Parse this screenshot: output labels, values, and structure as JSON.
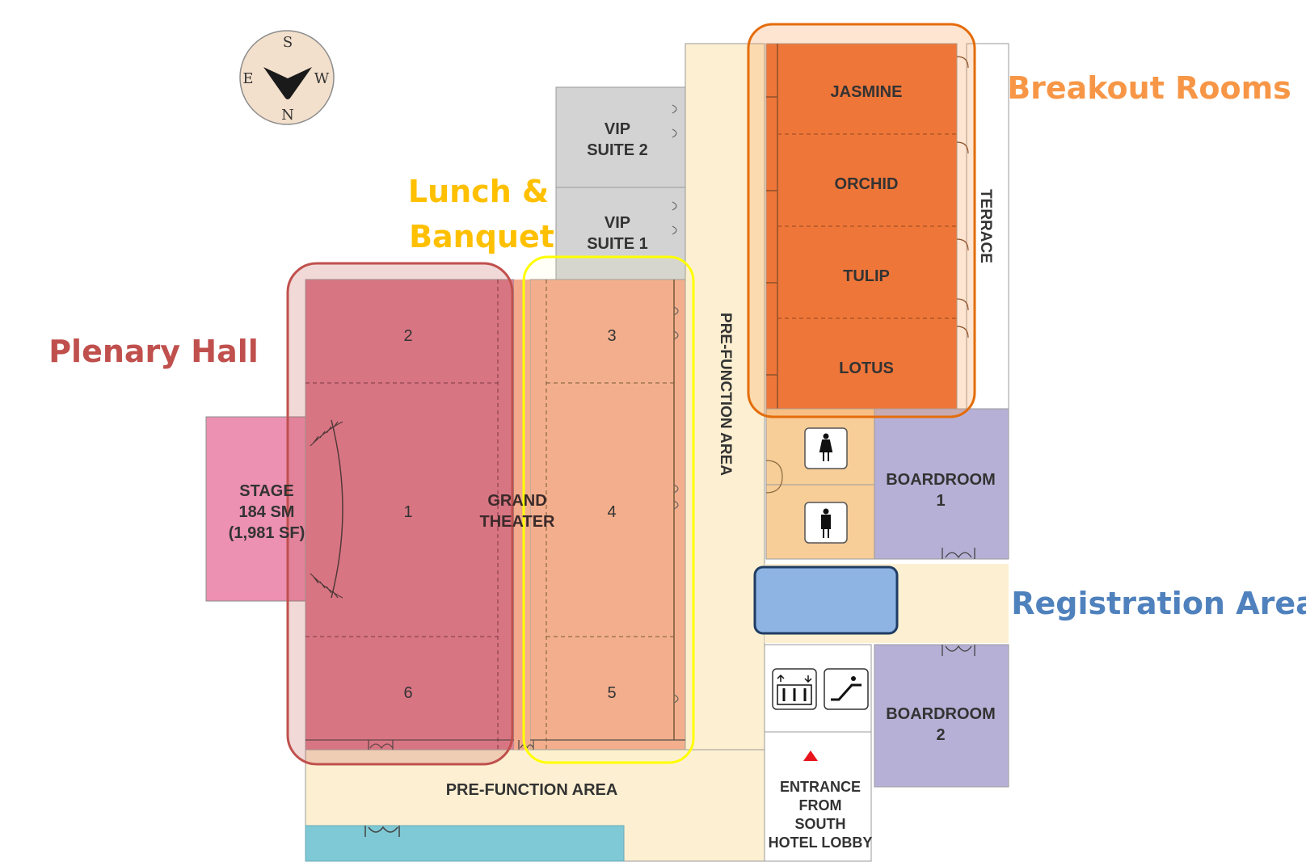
{
  "compass": {
    "top": "S",
    "left": "E",
    "right": "W",
    "bottom": "N"
  },
  "zones": {
    "plenary": {
      "label": "Plenary Hall",
      "color": "#c0504d"
    },
    "lunch": {
      "line1": "Lunch &",
      "line2": "Banquet",
      "color": "#ffc000"
    },
    "breakout": {
      "label": "Breakout Rooms",
      "color": "#f79646"
    },
    "registration": {
      "label": "Registration Area",
      "color": "#4f81bd"
    }
  },
  "rooms": {
    "vip2": {
      "line1": "VIP",
      "line2": "SUITE 2"
    },
    "vip1": {
      "line1": "VIP",
      "line2": "SUITE 1"
    },
    "jasmine": "JASMINE",
    "orchid": "ORCHID",
    "tulip": "TULIP",
    "lotus": "LOTUS",
    "terrace": "TERRACE",
    "prefunction_vertical": "PRE-FUNCTION AREA",
    "prefunction_bottom": "PRE-FUNCTION AREA",
    "stage": {
      "line1": "STAGE",
      "line2": "184 SM",
      "line3": "(1,981 SF)"
    },
    "grand_theater": {
      "line1": "GRAND",
      "line2": "THEATER"
    },
    "boardroom1": {
      "line1": "BOARDROOM",
      "line2": "1"
    },
    "boardroom2": {
      "line1": "BOARDROOM",
      "line2": "2"
    },
    "entrance": {
      "line1": "ENTRANCE",
      "line2": "FROM",
      "line3": "SOUTH",
      "line4": "HOTEL LOBBY"
    }
  },
  "sections": {
    "s1": "1",
    "s2": "2",
    "s3": "3",
    "s4": "4",
    "s5": "5",
    "s6": "6"
  },
  "icons": [
    "female-restroom-icon",
    "male-restroom-icon",
    "elevator-icon",
    "escalator-icon",
    "entrance-arrow-icon"
  ],
  "colors": {
    "prefunction": "#fdf0d2",
    "vip": "#d3d3d3",
    "plenary_fill": "#df7f93",
    "lunch_fill": "#f2a98c",
    "breakout_fill": "#ec6b34",
    "stage": "#ec91b1",
    "boardroom": "#b7b0d6",
    "restroom": "#f7cd98",
    "registration_fill": "#8eb4e3",
    "pool": "#7ec9d5"
  }
}
